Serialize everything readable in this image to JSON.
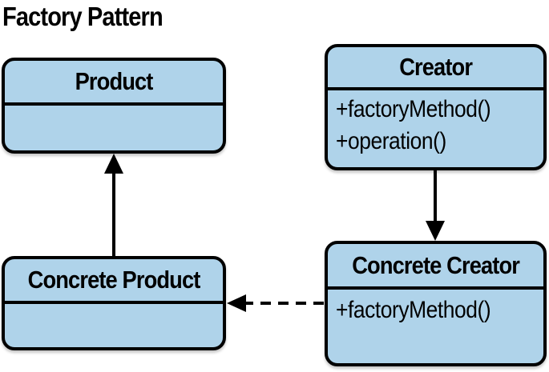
{
  "title": "Factory Pattern",
  "colors": {
    "box_fill": "#afd3ea",
    "box_border": "#000000",
    "arrow": "#000000",
    "background": "#ffffff",
    "text": "#000000"
  },
  "diagram": {
    "classes": [
      {
        "name": "Product",
        "methods": []
      },
      {
        "name": "Creator",
        "methods": [
          "+factoryMethod()",
          "+operation()"
        ]
      },
      {
        "name": "Concrete Product",
        "methods": []
      },
      {
        "name": "Concrete Creator",
        "methods": [
          "+factoryMethod()"
        ]
      }
    ],
    "relations": [
      {
        "from": "Concrete Creator",
        "to": "Creator",
        "line": "solid",
        "arrowhead": "filled-triangle",
        "direction": "down-into-concrete-creator"
      },
      {
        "from": "Concrete Product",
        "to": "Product",
        "line": "solid",
        "arrowhead": "filled-triangle",
        "direction": "up-into-product"
      },
      {
        "from": "Concrete Creator",
        "to": "Concrete Product",
        "line": "dashed",
        "arrowhead": "filled-triangle",
        "direction": "left-into-concrete-product"
      }
    ]
  }
}
